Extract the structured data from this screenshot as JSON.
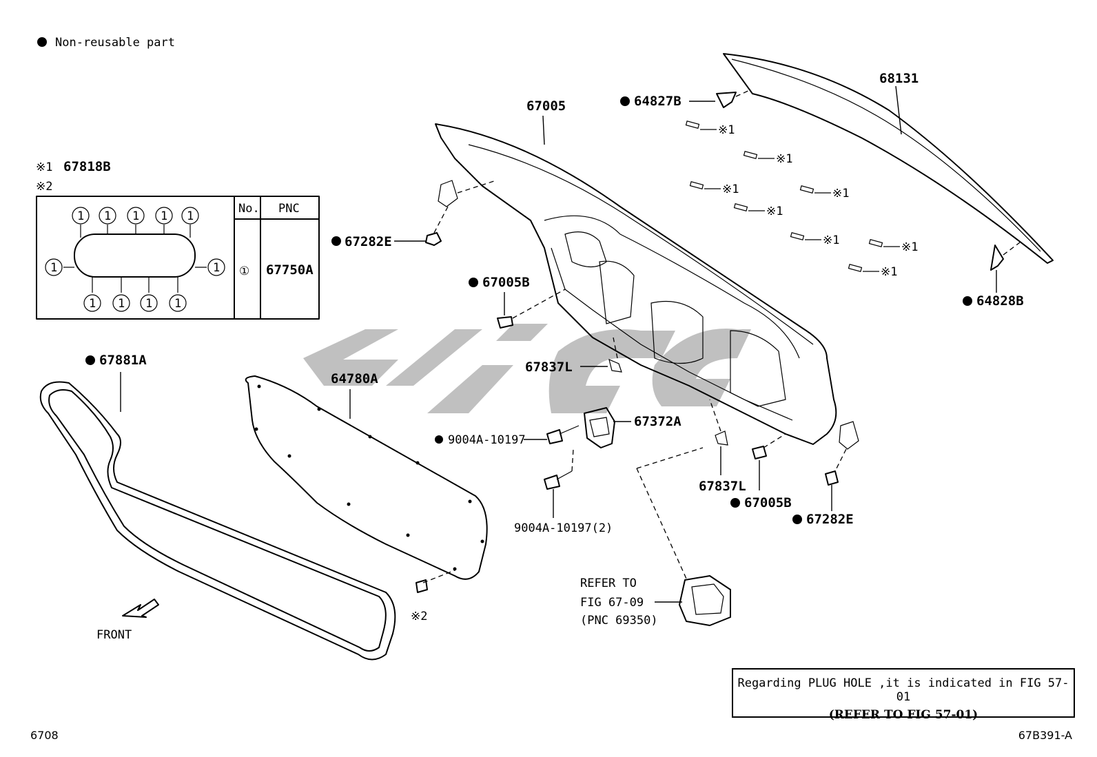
{
  "legend": {
    "marker": "●",
    "text": "Non-reusable part"
  },
  "callout_table": {
    "footnote1_mark": "※1",
    "footnote1_part": "67818B",
    "footnote2_mark": "※2",
    "header_no": "No.",
    "header_pnc": "PNC",
    "row_no": "①",
    "row_pnc": "67750A"
  },
  "parts": {
    "p68131": "68131",
    "p67005": "67005",
    "p64827B": "64827B",
    "p64828B": "64828B",
    "p67282E_a": "67282E",
    "p67282E_b": "67282E",
    "p67005B_a": "67005B",
    "p67005B_b": "67005B",
    "p67837L_a": "67837L",
    "p67837L_b": "67837L",
    "p67372A": "67372A",
    "p9004A_a": "9004A-10197",
    "p9004A_b": "9004A-10197(2)",
    "p67881A": "67881A",
    "p64780A": "64780A",
    "clip_mark": "※1",
    "screw_mark": "※2"
  },
  "refer": {
    "line1": "REFER TO",
    "line2": "FIG 67-09",
    "line3": "(PNC 69350)"
  },
  "front_label": "FRONT",
  "note": {
    "line1": "Regarding PLUG HOLE ,it is indicated in FIG 57-01",
    "line2": "(REFER TO FIG 57-01)"
  },
  "fig_number": "6708",
  "diagram_code": "67B391-A",
  "watermark_color": "#b5b5b5"
}
